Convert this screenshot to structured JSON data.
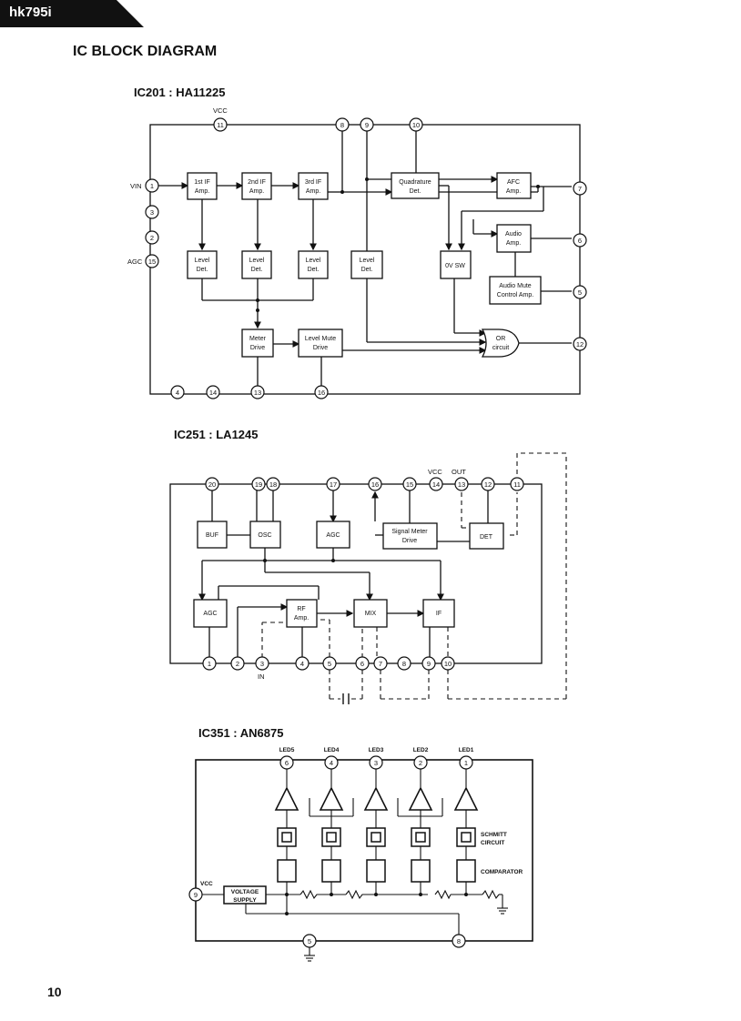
{
  "header_tab": "hk795i",
  "page_title": "IC BLOCK DIAGRAM",
  "page_number": "10",
  "ic201": {
    "title": "IC201 : HA11225",
    "vcc": "VCC",
    "vin": "VIN",
    "agc": "AGC",
    "pins": {
      "p1": "1",
      "p2": "2",
      "p3": "3",
      "p4": "4",
      "p5": "5",
      "p6": "6",
      "p7": "7",
      "p8": "8",
      "p9": "9",
      "p10": "10",
      "p11": "11",
      "p12": "12",
      "p13": "13",
      "p14": "14",
      "p15": "15",
      "p16": "16"
    },
    "blocks": {
      "if1": [
        "1st IF",
        "Amp."
      ],
      "if2": [
        "2nd IF",
        "Amp."
      ],
      "if3": [
        "3rd IF",
        "Amp."
      ],
      "quad": [
        "Quadrature",
        "Det."
      ],
      "afc": [
        "AFC",
        "Amp."
      ],
      "lvl1": [
        "Level",
        "Det."
      ],
      "lvl2": [
        "Level",
        "Det."
      ],
      "lvl3": [
        "Level",
        "Det."
      ],
      "lvl4": [
        "Level",
        "Det."
      ],
      "ovsw": [
        "0V SW"
      ],
      "audio": [
        "Audio",
        "Amp."
      ],
      "mute_ctrl": [
        "Audio Mute",
        "Control Amp."
      ],
      "meter": [
        "Meter",
        "Drive"
      ],
      "lvl_mute": [
        "Level Mute",
        "Drive"
      ],
      "or": [
        "OR",
        "circuit"
      ]
    }
  },
  "ic251": {
    "title": "IC251 : LA1245",
    "vcc": "VCC",
    "out": "OUT",
    "in": "IN",
    "pins": {
      "p1": "1",
      "p2": "2",
      "p3": "3",
      "p4": "4",
      "p5": "5",
      "p6": "6",
      "p7": "7",
      "p8": "8",
      "p9": "9",
      "p10": "10",
      "p11": "11",
      "p12": "12",
      "p13": "13",
      "p14": "14",
      "p15": "15",
      "p16": "16",
      "p17": "17",
      "p18": "18",
      "p19": "19",
      "p20": "20"
    },
    "blocks": {
      "buf": [
        "BUF"
      ],
      "osc": [
        "OSC"
      ],
      "agc_top": [
        "AGC"
      ],
      "sig": [
        "Signal Meter",
        "Drive"
      ],
      "det": [
        "DET"
      ],
      "agc_bot": [
        "AGC"
      ],
      "rf": [
        "RF",
        "Amp."
      ],
      "mix": [
        "MIX"
      ],
      "if": [
        "IF"
      ]
    }
  },
  "ic351": {
    "title": "IC351 : AN6875",
    "leds": [
      "LED5",
      "LED4",
      "LED3",
      "LED2",
      "LED1"
    ],
    "led_pins": [
      "6",
      "4",
      "3",
      "2",
      "1"
    ],
    "vcc": "VCC",
    "vcc_pin": "9",
    "gnd_pin": "5",
    "pin8": "8",
    "voltage_supply": [
      "VOLTAGE",
      "SUPPLY"
    ],
    "schmitt": [
      "SCHMITT",
      "CIRCUIT"
    ],
    "comparator": "COMPARATOR"
  }
}
